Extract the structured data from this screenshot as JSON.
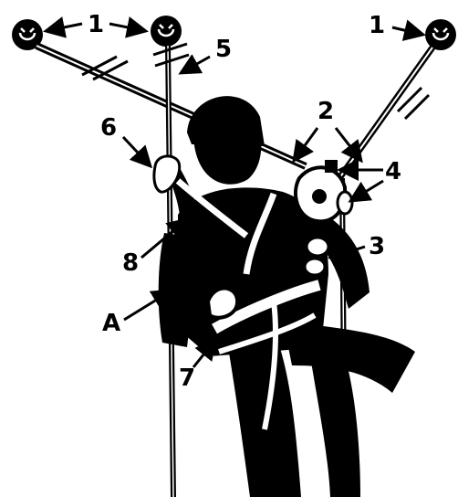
{
  "colors": {
    "ink": "#000000",
    "paper": "#ffffff"
  },
  "labels": {
    "l1_left": "1",
    "l1_right": "1",
    "l2": "2",
    "l3": "3",
    "l4": "4",
    "l5": "5",
    "l6": "6",
    "l7": "7",
    "l8": "8",
    "lA": "A"
  }
}
